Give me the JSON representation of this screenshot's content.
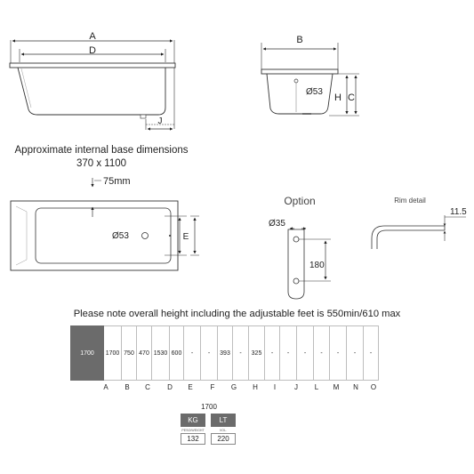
{
  "diagram": {
    "top_view_labels": {
      "length_overall": "A",
      "length_inner": "D",
      "foot_offset": "J"
    },
    "end_view_labels": {
      "width": "B",
      "waste_diameter": "Ø53",
      "height": "H",
      "depth": "C"
    },
    "base_note": {
      "line1": "Approximate internal base dimensions",
      "line2": "370 x 1100"
    },
    "plan_view_labels": {
      "waste_distance": "75mm",
      "waste_diameter": "Ø53",
      "end_width": "E"
    },
    "option": {
      "title": "Option",
      "tap_diameter": "Ø35",
      "tap_spacing": "180"
    },
    "rim_detail": {
      "title": "Rim detail",
      "thickness": "11.5"
    }
  },
  "note": "Please note overall height including the adjustable feet is 550min/610 max",
  "spec_table": {
    "size": "1700",
    "values": [
      "1700",
      "750",
      "470",
      "1530",
      "600",
      "-",
      "-",
      "393",
      "-",
      "325",
      "-",
      "-",
      "-",
      "-",
      "-",
      "-",
      "-"
    ],
    "headers": [
      "A",
      "B",
      "C",
      "D",
      "E",
      "F",
      "G",
      "H",
      "I",
      "J",
      "L",
      "M",
      "N",
      "O"
    ]
  },
  "weight_volume": {
    "title": "1700",
    "kg_label": "KG",
    "lt_label": "LT",
    "kg_sub": "PESO/WEIGHT",
    "lt_sub": "VOL.",
    "kg_value": "132",
    "lt_value": "220"
  }
}
